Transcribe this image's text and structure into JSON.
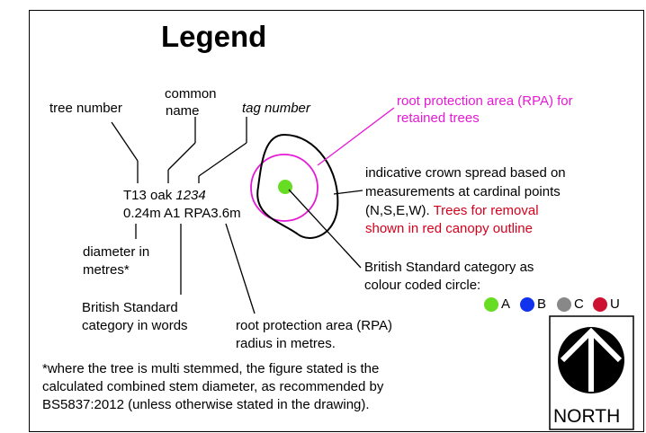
{
  "legend": {
    "title": "Legend",
    "labels": {
      "tree_number": "tree number",
      "common_name_1": "common",
      "common_name_2": "name",
      "tag_number": "tag number",
      "rpa_retained_1": "root protection area (RPA) for",
      "rpa_retained_2": "retained trees",
      "crown_1": "indicative crown spread based on",
      "crown_2": "measurements at cardinal points",
      "crown_3": "(N,S,E,W).",
      "crown_3_red": " Trees for removal",
      "crown_4_red": "shown in red canopy outline",
      "bs_cat_circle_1": "British Standard category as",
      "bs_cat_circle_2": "colour coded circle:",
      "diameter_1": "diameter in",
      "diameter_2": "metres*",
      "bs_words_1": "British Standard",
      "bs_words_2": "category in words",
      "rpa_radius_1": "root protection area (RPA)",
      "rpa_radius_2": "radius in metres."
    },
    "example": {
      "line1_prefix": "T13 oak ",
      "line1_tag": "1234",
      "line2": "0.24m A1 RPA3.6m"
    },
    "categories": [
      {
        "label": "A",
        "color": "#66dd22"
      },
      {
        "label": "B",
        "color": "#1133ee"
      },
      {
        "label": "C",
        "color": "#888888"
      },
      {
        "label": "U",
        "color": "#cc1133"
      }
    ],
    "footnote": [
      "*where the tree is multi stemmed, the figure stated is the",
      "calculated combined stem diameter, as recommended by",
      "BS5837:2012 (unless otherwise stated in the drawing)."
    ],
    "north_label": "NORTH",
    "colors": {
      "rpa": "#e619d4",
      "removal": "#d4001c",
      "tree_dot": "#66dd22"
    }
  }
}
